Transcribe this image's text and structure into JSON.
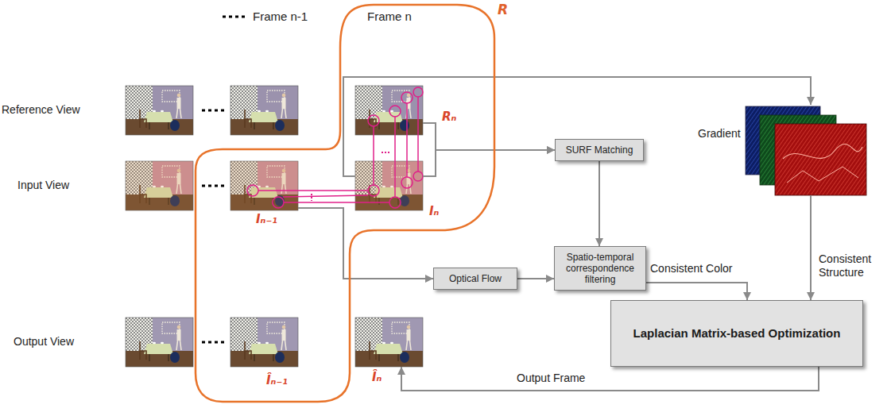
{
  "diagram": {
    "nodes": [
      {
        "text": [
          "R"
        ]
      },
      {
        "text": [
          "Rₙ"
        ],
        "in": 0
      },
      {
        "text": [
          "Iₙ₋₁"
        ],
        "in": 0
      },
      {
        "text": [
          "Iₙ"
        ],
        "in": 0
      },
      {
        "text": [
          "Îₙ₋₁"
        ],
        "in": 0
      },
      {
        "text": [
          "Îₙ"
        ]
      },
      {
        "text": [
          "Gradient"
        ]
      },
      {
        "text": [
          "SURF Matching"
        ]
      },
      {
        "text": [
          "Optical Flow"
        ]
      },
      {
        "text": [
          "Spatio-temporal correspondence filtering"
        ]
      },
      {
        "text": [
          "Laplacian Matrix-based Optimization"
        ]
      }
    ],
    "edges": [
      {
        "from": 3,
        "to": 6,
        "arrow": "to"
      },
      {
        "from": 1,
        "to": 7,
        "arrow": "to"
      },
      {
        "from": 3,
        "to": 7,
        "arrow": "to"
      },
      {
        "from": 2,
        "to": 8,
        "arrow": "to"
      },
      {
        "from": 8,
        "to": 9,
        "arrow": "to"
      },
      {
        "from": 7,
        "to": 9,
        "arrow": "to"
      },
      {
        "from": 9,
        "to": 10,
        "label": "Consistent Color",
        "arrow": "to"
      },
      {
        "from": 6,
        "to": 10,
        "label": "Consistent Structure",
        "arrow": "to"
      },
      {
        "from": 10,
        "to": 5,
        "label": "Output Frame",
        "arrow": "to"
      }
    ],
    "labels": [
      "Frame n-1",
      "Frame n",
      "Reference View",
      "Input View",
      "Output View"
    ]
  }
}
